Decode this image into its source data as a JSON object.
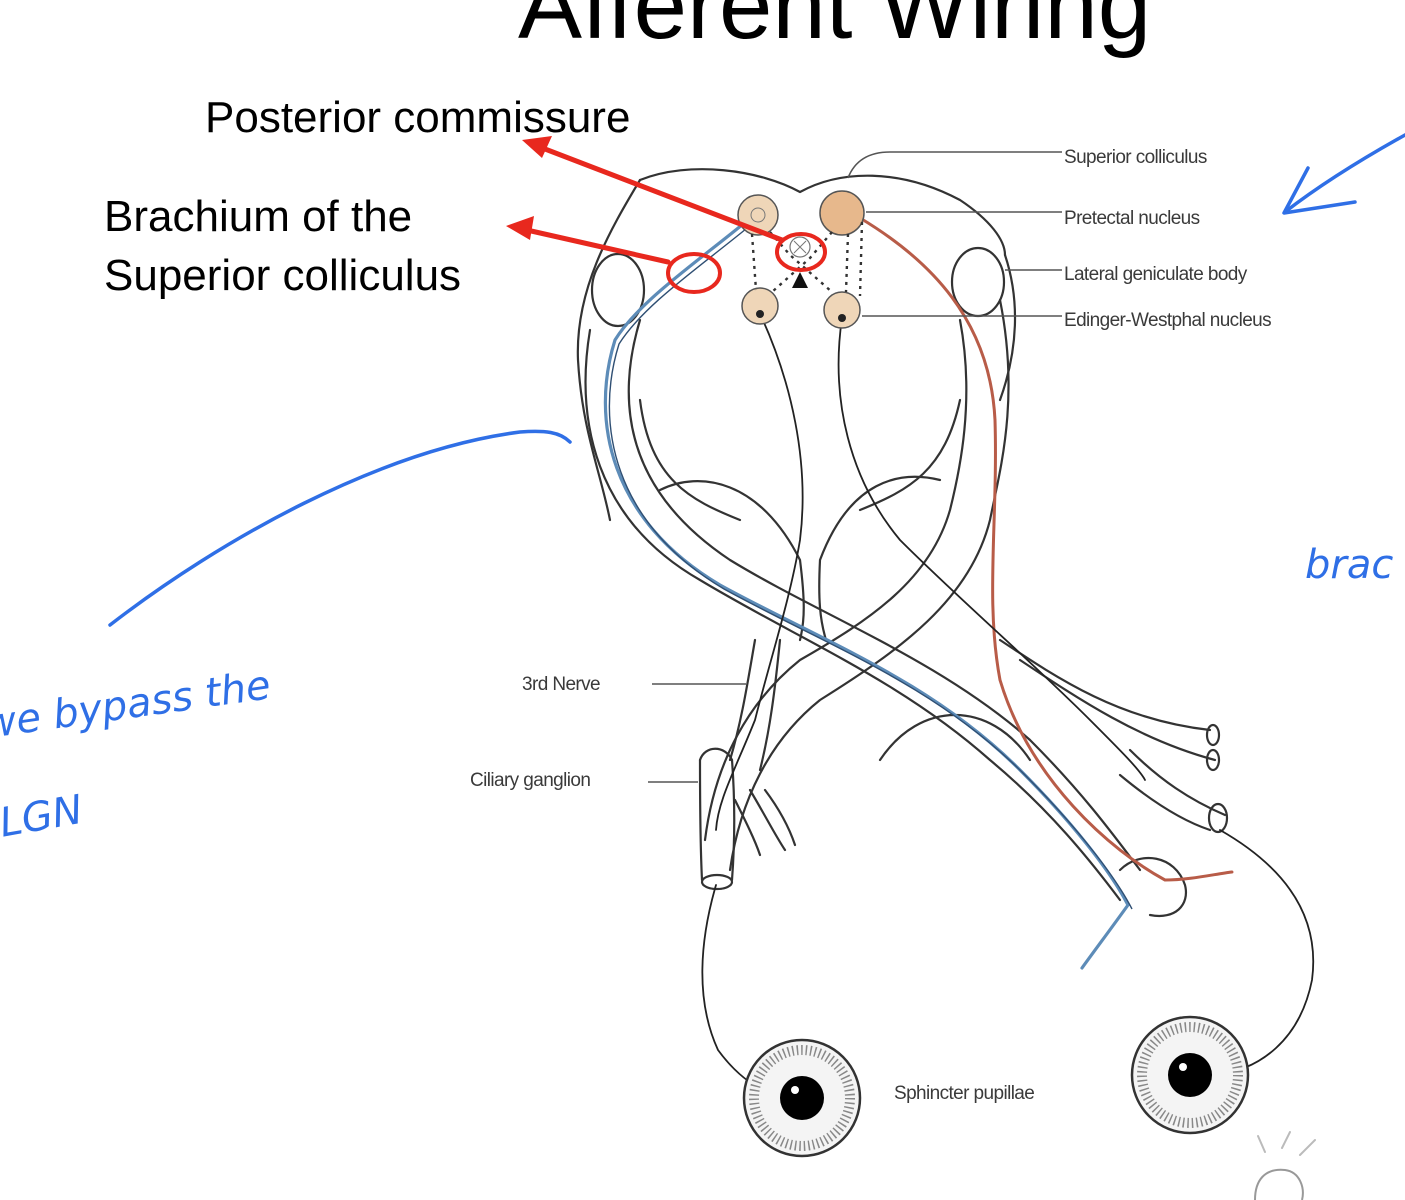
{
  "slide": {
    "title": "Afferent Wiring"
  },
  "annotations": {
    "posterior_commissure": "Posterior commissure",
    "brachium_line1": "Brachium of the",
    "brachium_line2": "Superior colliculus"
  },
  "figure_labels": {
    "superior_colliculus": "Superior colliculus",
    "pretectal_nucleus": "Pretectal nucleus",
    "lateral_geniculate_body": "Lateral geniculate body",
    "edinger_westphal_nucleus": "Edinger-Westphal nucleus",
    "third_nerve": "3rd Nerve",
    "ciliary_ganglion": "Ciliary ganglion",
    "sphincter_pupillae": "Sphincter pupillae"
  },
  "handwritten_notes": {
    "line1": "we bypass the",
    "line2": "LGN",
    "right_fragment": "brac"
  },
  "colors": {
    "annotation_red": "#e8281e",
    "ink_blue": "#2f6fe6",
    "afferent_fiber_blue": "#5d8cb8",
    "efferent_fiber_red": "#b85c48",
    "nucleus_fill": "#efd6b8",
    "pretectal_fill": "#e7b88c"
  }
}
